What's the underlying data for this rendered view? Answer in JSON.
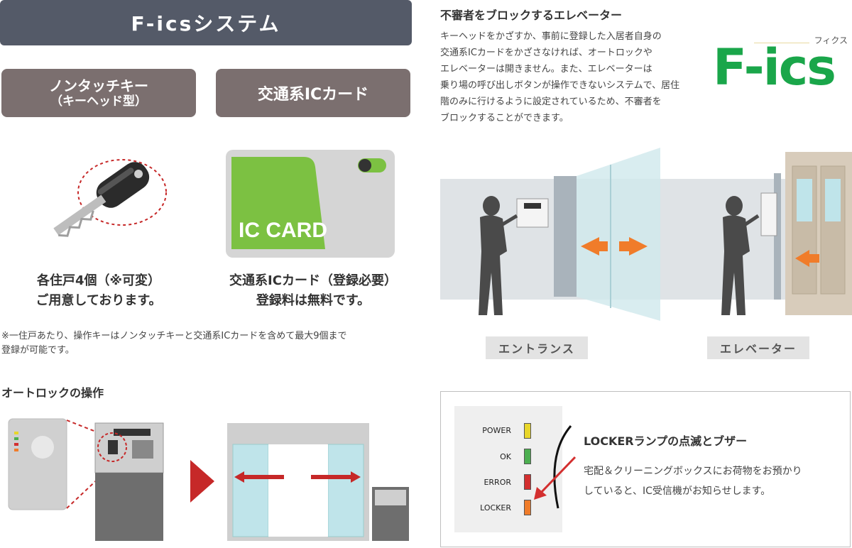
{
  "header": {
    "title": "F-icsシステム"
  },
  "categories": {
    "key": {
      "label": "ノンタッチキー",
      "sub": "（キーヘッド型）"
    },
    "ic": {
      "label": "交通系ICカード"
    }
  },
  "ic_card": {
    "text": "IC CARD"
  },
  "captions": {
    "key_line1": "各住戸4個（※可変）",
    "key_line2": "ご用意しております。",
    "ic_line1": "交通系ICカード（登録必要）",
    "ic_line2": "登録料は無料です。"
  },
  "note": {
    "line1": "※一住戸あたり、操作キーはノンタッチキーと交通系ICカードを含めて最大9個まで",
    "line2": "登録が可能です。"
  },
  "autolock": {
    "heading": "オートロックの操作"
  },
  "elevator": {
    "heading": "不審者をブロックするエレベーター",
    "desc_lines": [
      "キーヘッドをかざすか、事前に登録した入居者自身の",
      "交通系ICカードをかざさなければ、オートロックや",
      "エレベーターは開きません。また、エレベーターは",
      "乗り場の呼び出しボタンが操作できないシステムで、居住",
      "階のみに行けるように設定されているため、不審者を",
      "ブロックすることができます。"
    ],
    "tag_entrance": "エントランス",
    "tag_elevator": "エレベーター"
  },
  "logo": {
    "text": "F-ics",
    "sub": "フィクス"
  },
  "locker": {
    "lamps": [
      {
        "label": "POWER",
        "color": "#e8d62a"
      },
      {
        "label": "OK",
        "color": "#4caf50"
      },
      {
        "label": "ERROR",
        "color": "#d32f2f"
      },
      {
        "label": "LOCKER",
        "color": "#f07c2a"
      }
    ],
    "title": "LOCKERランプの点滅とブザー",
    "desc_line1": "宅配＆クリーニングボックスにお荷物をお預かり",
    "desc_line2": "していると、IC受信機がお知らせします。"
  }
}
